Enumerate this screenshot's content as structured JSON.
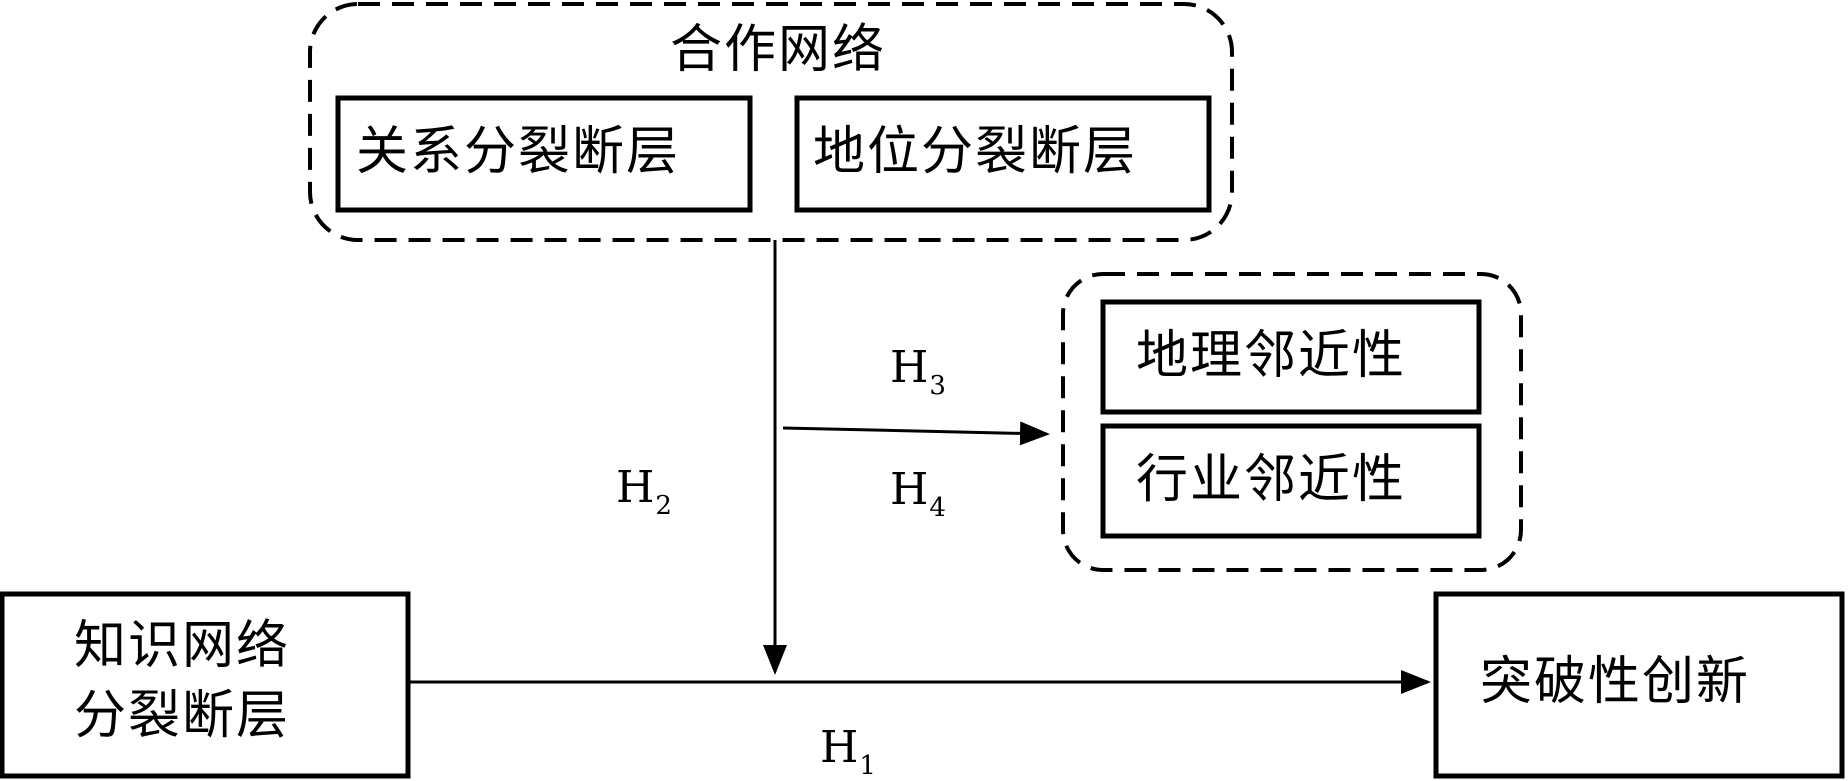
{
  "cooperation_group": {
    "title": "合作网络",
    "relational_fault": "关系分裂断层",
    "status_fault": "地位分裂断层"
  },
  "proximity_group": {
    "geographic": "地理邻近性",
    "industry": "行业邻近性"
  },
  "knowledge_network": {
    "line1": "知识网络",
    "line2": "分裂断层"
  },
  "outcome": "突破性创新",
  "hypotheses": {
    "h1": {
      "letter": "H",
      "index": "1"
    },
    "h2": {
      "letter": "H",
      "index": "2"
    },
    "h3": {
      "letter": "H",
      "index": "3"
    },
    "h4": {
      "letter": "H",
      "index": "4"
    }
  },
  "colors": {
    "stroke": "#000000",
    "background": "#ffffff"
  }
}
